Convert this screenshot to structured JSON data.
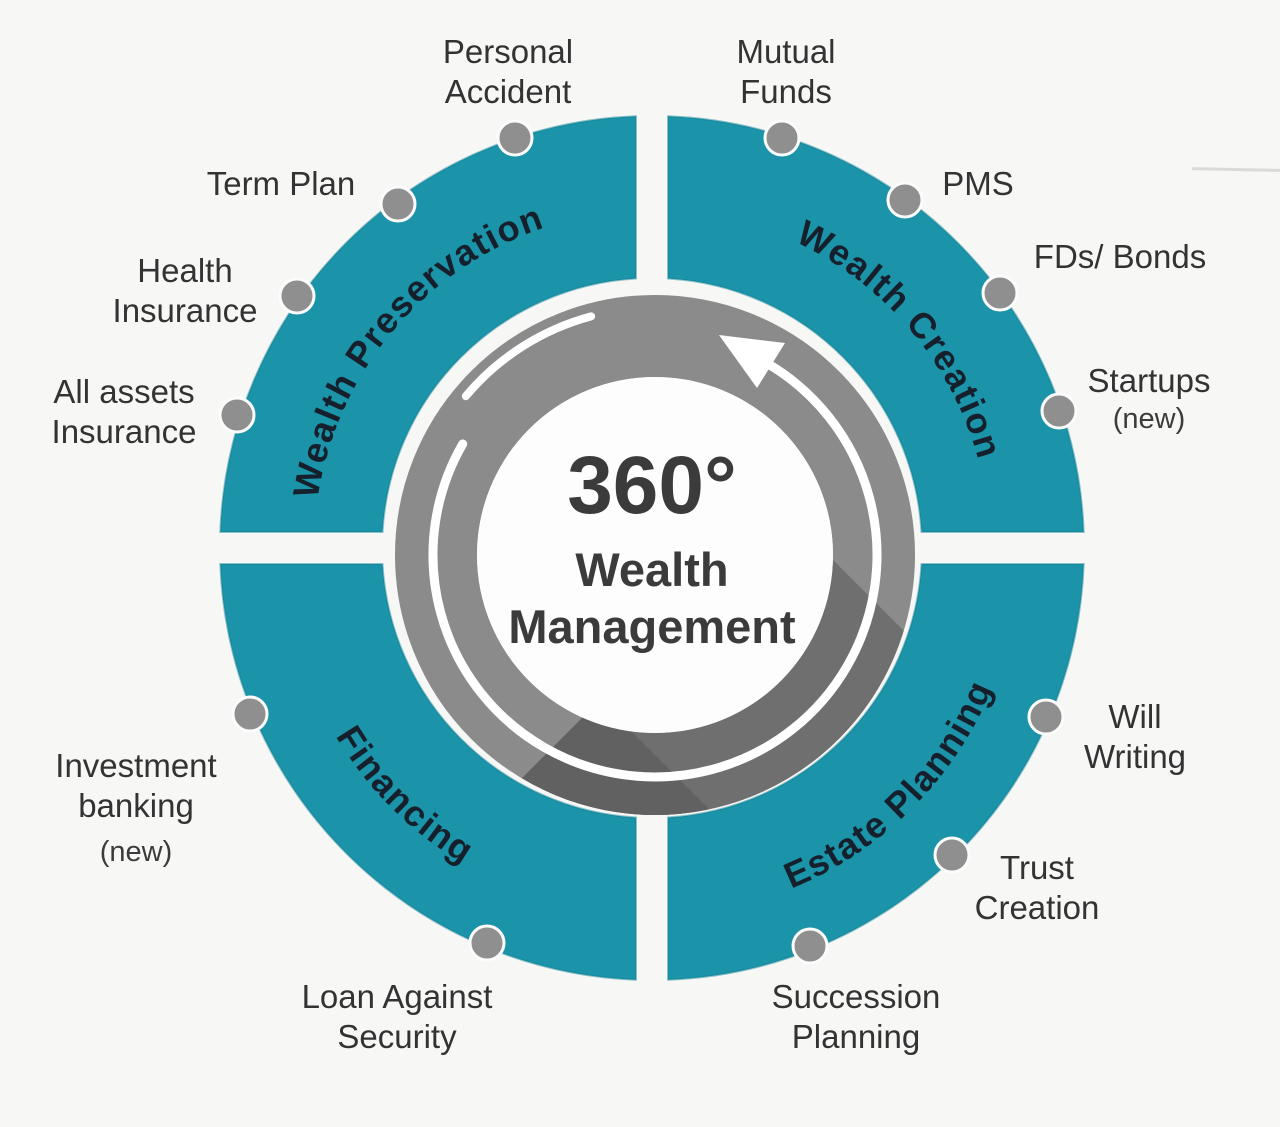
{
  "title": "360 Degree Wealth Management wheel diagram",
  "colors": {
    "teal": "#1b93a8",
    "ring_gray": "#8b8b8b",
    "ring_shadow": "#6f6f6f",
    "ring_shadow_dark": "#616161",
    "dot": "#8f8f8f",
    "label_text": "#333333",
    "quadrant_title_text": "#15202c",
    "center_text": "#3b3b3b",
    "background": "#f7f7f6"
  },
  "center": {
    "degree": "360°",
    "line1": "Wealth",
    "line2": "Management"
  },
  "quadrants": {
    "top_left": {
      "label": "Wealth Preservation"
    },
    "top_right": {
      "label": "Wealth Creation"
    },
    "bottom_left": {
      "label": "Financing"
    },
    "bottom_right": {
      "label": "Estate Planning"
    }
  },
  "items": {
    "personal_accident": {
      "lines": [
        "Personal",
        "Accident"
      ],
      "quadrant": "Wealth Preservation"
    },
    "term_plan": {
      "lines": [
        "Term Plan"
      ],
      "quadrant": "Wealth Preservation"
    },
    "health_insurance": {
      "lines": [
        "Health",
        "Insurance"
      ],
      "quadrant": "Wealth Preservation"
    },
    "all_assets_insurance": {
      "lines": [
        "All assets",
        "Insurance"
      ],
      "quadrant": "Wealth Preservation"
    },
    "mutual_funds": {
      "lines": [
        "Mutual",
        "Funds"
      ],
      "quadrant": "Wealth Creation"
    },
    "pms": {
      "lines": [
        "PMS"
      ],
      "quadrant": "Wealth Creation"
    },
    "fds_bonds": {
      "lines": [
        "FDs/ Bonds"
      ],
      "quadrant": "Wealth Creation"
    },
    "startups": {
      "lines": [
        "Startups"
      ],
      "tag": "(new)",
      "quadrant": "Wealth Creation"
    },
    "will_writing": {
      "lines": [
        "Will",
        "Writing"
      ],
      "quadrant": "Estate Planning"
    },
    "trust_creation": {
      "lines": [
        "Trust",
        "Creation"
      ],
      "quadrant": "Estate Planning"
    },
    "succession_planning": {
      "lines": [
        "Succession",
        "Planning"
      ],
      "quadrant": "Estate Planning"
    },
    "loan_against_security": {
      "lines": [
        "Loan Against",
        "Security"
      ],
      "quadrant": "Financing"
    },
    "investment_banking": {
      "lines": [
        "Investment",
        "banking"
      ],
      "tag": "(new)",
      "quadrant": "Financing"
    }
  }
}
